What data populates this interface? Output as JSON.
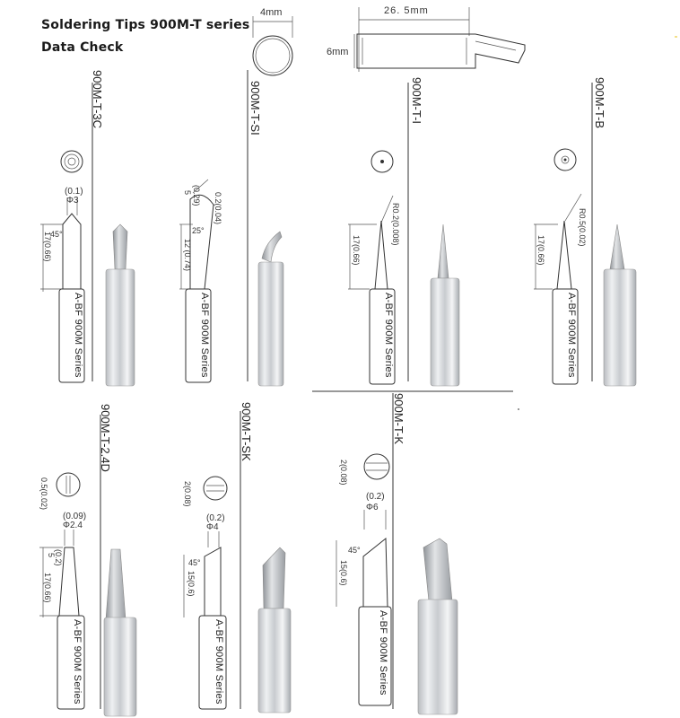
{
  "header": {
    "title": "Soldering Tips 900M-T series",
    "subtitle": "Data Check"
  },
  "top_dims": {
    "diameter": "4mm",
    "length": "26. 5mm",
    "height": "6mm"
  },
  "series_text": "A-BF 900M Series",
  "tips": [
    {
      "model": "900M-T-3C",
      "dims": [
        "(0.1)",
        "Φ3",
        "45°",
        "17(0.66)"
      ]
    },
    {
      "model": "900M-T-SI",
      "dims": [
        "0.2(0.04)",
        "(0.29)",
        "5",
        "25°",
        "12 (0.74)"
      ]
    },
    {
      "model": "900M-T-I",
      "dims": [
        "R0.2(0.008)",
        "17(0.66)"
      ]
    },
    {
      "model": "900M-T-B",
      "dims": [
        "R0.5(0.02)",
        "17(0.66)"
      ]
    },
    {
      "model": "900M-T-2.4D",
      "dims": [
        "0.5(0.02)",
        "(0.09)",
        "Φ2.4",
        "(0.2)",
        "5",
        "17(0.66)"
      ]
    },
    {
      "model": "900M-T-SK",
      "dims": [
        "2(0.08)",
        "(0.2)",
        "Φ4",
        "45°",
        "15(0.6)"
      ]
    },
    {
      "model": "900M-T-K",
      "dims": [
        "2(0.08)",
        "(0.2)",
        "Φ6",
        "45°",
        "15(0.6)"
      ]
    }
  ]
}
